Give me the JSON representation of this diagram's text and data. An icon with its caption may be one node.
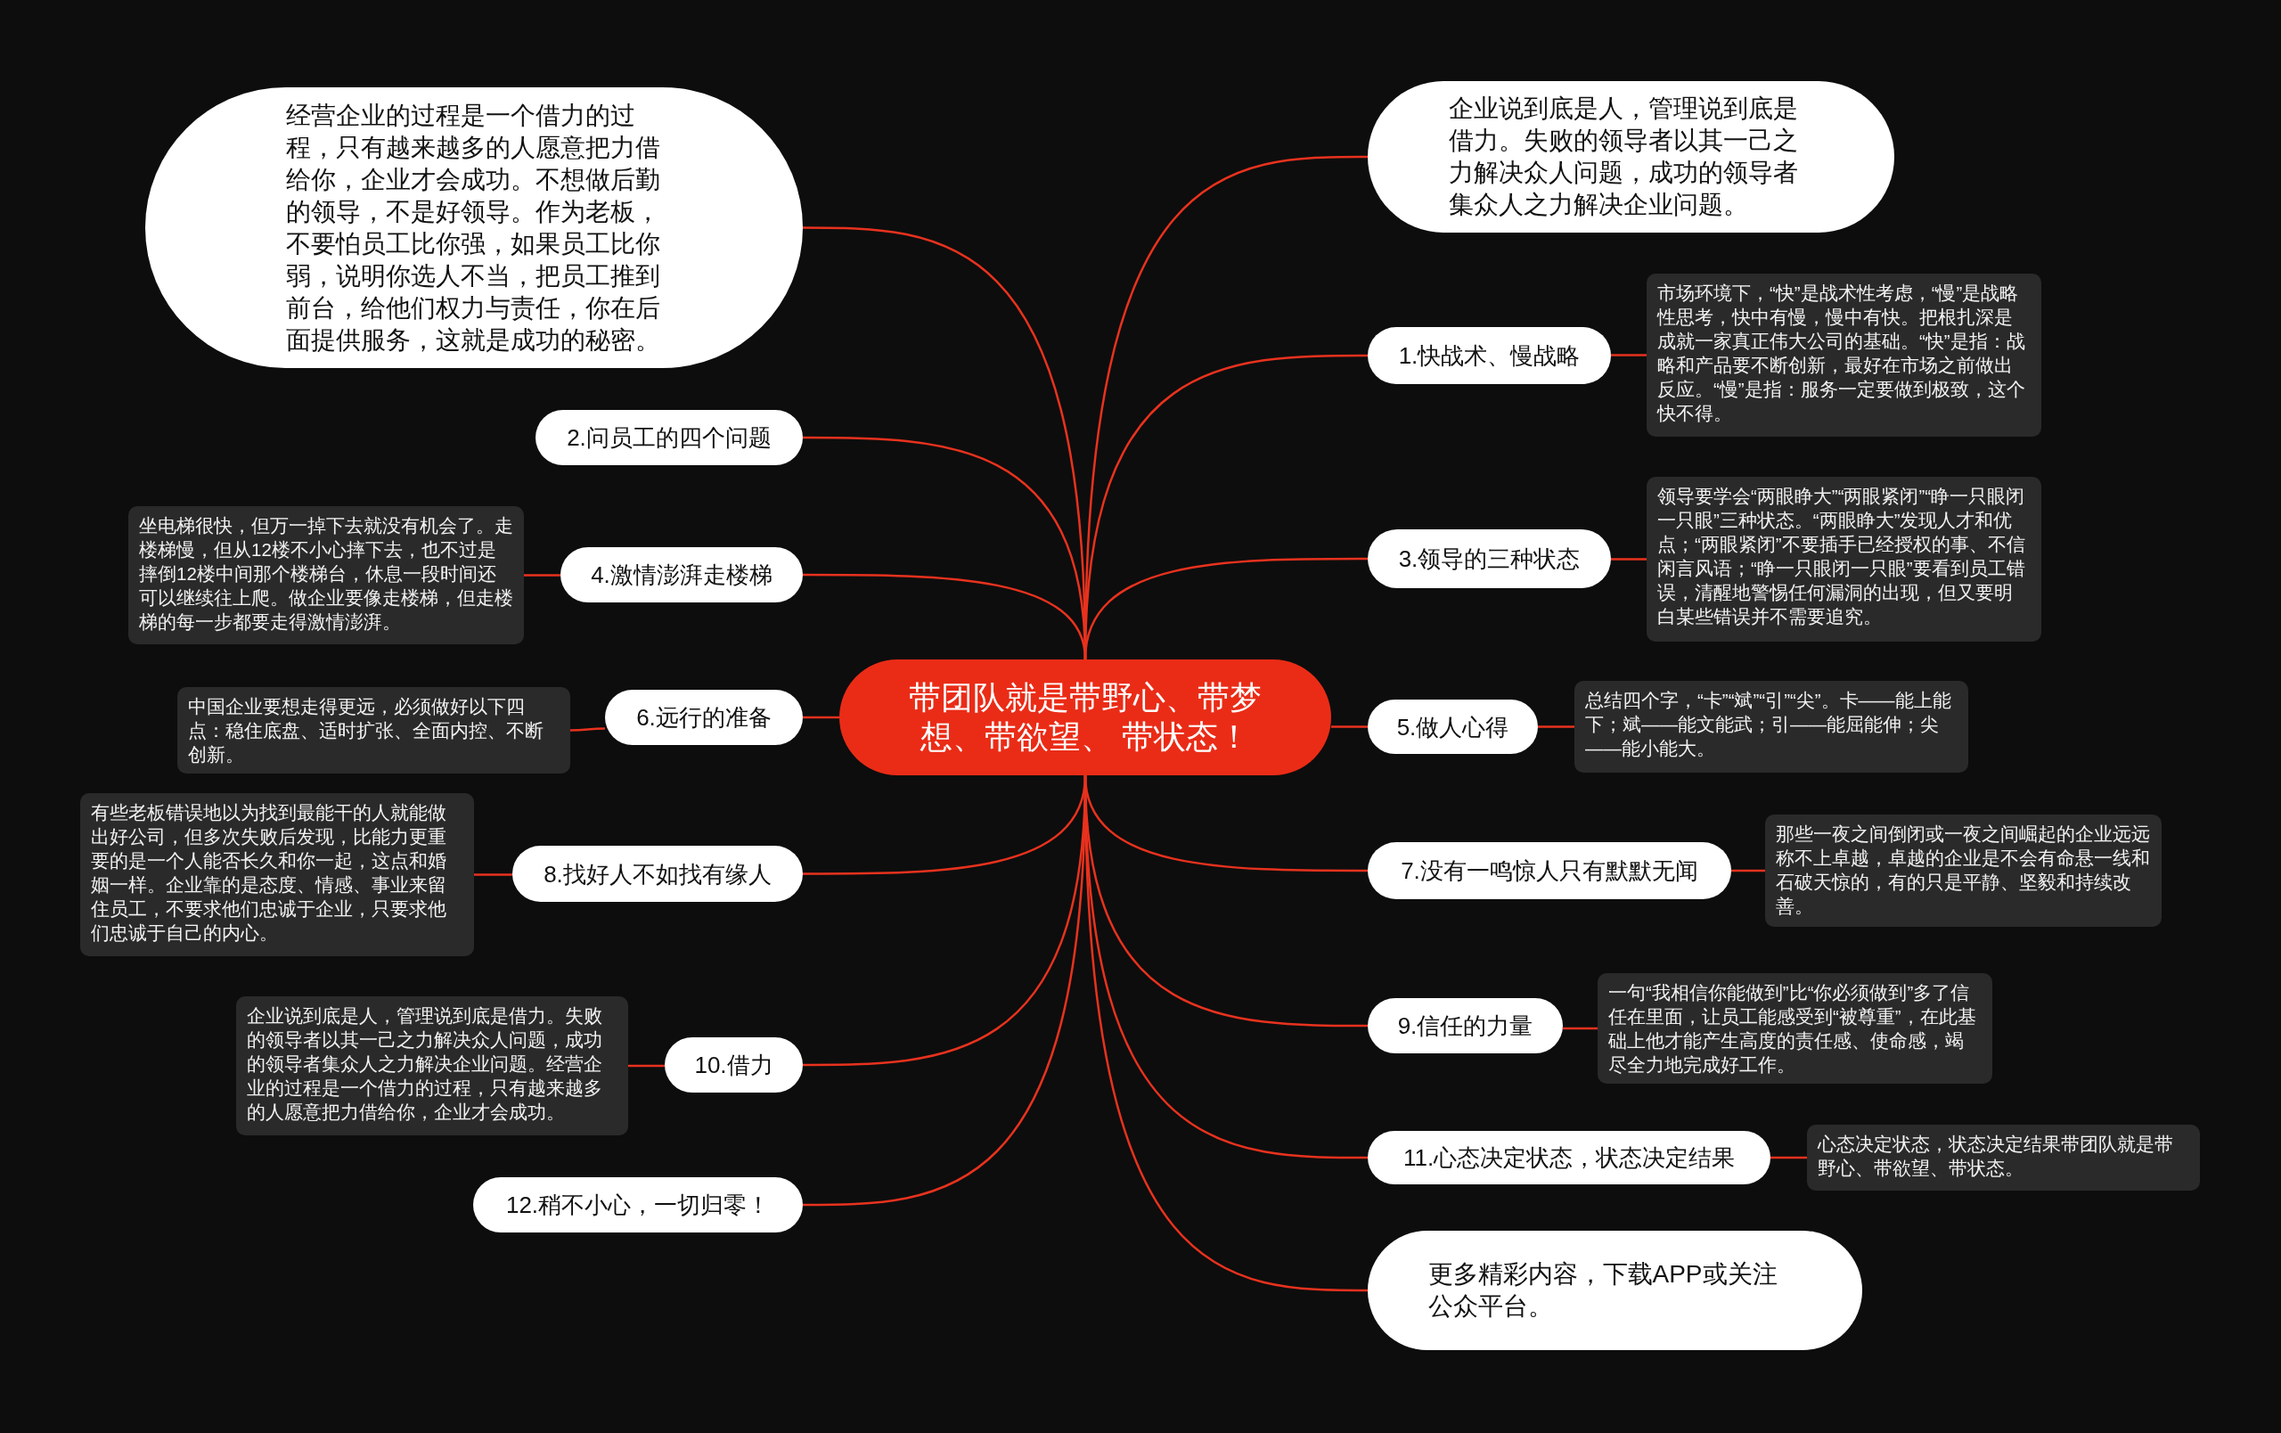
{
  "diagram": {
    "nodes": [
      {
        "text": [
          "带团队就是带野心、带梦想、带欲望、 带状态！"
        ]
      },
      {
        "text": [
          "经营企业的过程是一个借力的过程，只有越来越多的人愿意把力借给你，企业才会成功。不想做后勤的领导，不是好领导。作为老板，不要怕员工比你强，如果员工比你弱，说明你选人不当，把员工推到前台，给他们权力与责任，你在后面提供服务，这就是成功的秘密。"
        ]
      },
      {
        "text": [
          "2.问员工的四个问题"
        ]
      },
      {
        "text": [
          "4.激情澎湃走楼梯"
        ]
      },
      {
        "text": [
          "坐电梯很快，但万一掉下去就没有机会了。走楼梯慢，但从12楼不小心摔下去，也不过是摔倒12楼中间那个楼梯台，休息一段时间还可以继续往上爬。做企业要像走楼梯，但走楼梯的每一步都要走得激情澎湃。"
        ]
      },
      {
        "text": [
          "6.远行的准备"
        ]
      },
      {
        "text": [
          "中国企业要想走得更远，必须做好以下四点：稳住底盘、适时扩张、全面内控、不断创新。"
        ]
      },
      {
        "text": [
          "8.找好人不如找有缘人"
        ]
      },
      {
        "text": [
          "有些老板错误地以为找到最能干的人就能做出好公司，但多次失败后发现，比能力更重要的是一个人能否长久和你一起，这点和婚姻一样。企业靠的是态度、情感、事业来留住员工，不要求他们忠诚于企业，只要求他们忠诚于自己的内心。"
        ]
      },
      {
        "text": [
          "10.借力"
        ]
      },
      {
        "text": [
          "企业说到底是人，管理说到底是借力。失败的领导者以其一己之力解决众人问题，成功的领导者集众人之力解决企业问题。经营企业的过程是一个借力的过程，只有越来越多的人愿意把力借给你，企业才会成功。"
        ]
      },
      {
        "text": [
          "12.稍不小心，一切归零！"
        ]
      },
      {
        "text": [
          "企业说到底是人，管理说到底是借力。失败的领导者以其一己之力解决众人问题，成功的领导者集众人之力解决企业问题。"
        ]
      },
      {
        "text": [
          "1.快战术、慢战略"
        ]
      },
      {
        "text": [
          "市场环境下，“快”是战术性考虑，“慢”是战略性思考，快中有慢，慢中有快。把根扎深是成就一家真正伟大公司的基础。“快”是指：战略和产品要不断创新，最好在市场之前做出反应。“慢”是指：服务一定要做到极致，这个快不得。"
        ]
      },
      {
        "text": [
          "3.领导的三种状态"
        ]
      },
      {
        "text": [
          "领导要学会“两眼睁大”“两眼紧闭”“睁一只眼闭一只眼”三种状态。“两眼睁大”发现人才和优点；“两眼紧闭”不要插手已经授权的事、不信闲言风语；“睁一只眼闭一只眼”要看到员工错误，清醒地警惕任何漏洞的出现，但又要明白某些错误并不需要追究。"
        ]
      },
      {
        "text": [
          "5.做人心得"
        ]
      },
      {
        "text": [
          "总结四个字，“卡”“斌”“引”“尖”。卡——能上能下；斌——能文能武；引——能屈能伸；尖——能小能大。"
        ]
      },
      {
        "text": [
          "7.没有一鸣惊人只有默默无闻"
        ]
      },
      {
        "text": [
          "那些一夜之间倒闭或一夜之间崛起的企业远远称不上卓越，卓越的企业是不会有命悬一线和石破天惊的，有的只是平静、坚毅和持续改善。"
        ]
      },
      {
        "text": [
          "9.信任的力量"
        ]
      },
      {
        "text": [
          "一句“我相信你能做到”比“你必须做到”多了信任在里面，让员工能感受到“被尊重”，在此基础上他才能产生高度的责任感、使命感，竭尽全力地完成好工作。"
        ]
      },
      {
        "text": [
          "11.心态决定状态，状态决定结果"
        ]
      },
      {
        "text": [
          "心态决定状态，状态决定结果带团队就是带野心、带欲望、带状态。"
        ]
      },
      {
        "text": [
          "更多精彩内容，下载APP或关注公众平台。"
        ]
      }
    ],
    "edges": [
      {
        "from": 0,
        "to": 1,
        "arrow": "none"
      },
      {
        "from": 0,
        "to": 2,
        "arrow": "none"
      },
      {
        "from": 0,
        "to": 3,
        "arrow": "none"
      },
      {
        "from": 3,
        "to": 4,
        "arrow": "none"
      },
      {
        "from": 0,
        "to": 5,
        "arrow": "none"
      },
      {
        "from": 5,
        "to": 6,
        "arrow": "none"
      },
      {
        "from": 0,
        "to": 7,
        "arrow": "none"
      },
      {
        "from": 7,
        "to": 8,
        "arrow": "none"
      },
      {
        "from": 0,
        "to": 9,
        "arrow": "none"
      },
      {
        "from": 9,
        "to": 10,
        "arrow": "none"
      },
      {
        "from": 0,
        "to": 11,
        "arrow": "none"
      },
      {
        "from": 0,
        "to": 12,
        "arrow": "none"
      },
      {
        "from": 0,
        "to": 13,
        "arrow": "none"
      },
      {
        "from": 13,
        "to": 14,
        "arrow": "none"
      },
      {
        "from": 0,
        "to": 15,
        "arrow": "none"
      },
      {
        "from": 15,
        "to": 16,
        "arrow": "none"
      },
      {
        "from": 0,
        "to": 17,
        "arrow": "none"
      },
      {
        "from": 17,
        "to": 18,
        "arrow": "none"
      },
      {
        "from": 0,
        "to": 19,
        "arrow": "none"
      },
      {
        "from": 19,
        "to": 20,
        "arrow": "none"
      },
      {
        "from": 0,
        "to": 21,
        "arrow": "none"
      },
      {
        "from": 21,
        "to": 22,
        "arrow": "none"
      },
      {
        "from": 0,
        "to": 23,
        "arrow": "none"
      },
      {
        "from": 23,
        "to": 24,
        "arrow": "none"
      },
      {
        "from": 0,
        "to": 25,
        "arrow": "none"
      }
    ]
  }
}
